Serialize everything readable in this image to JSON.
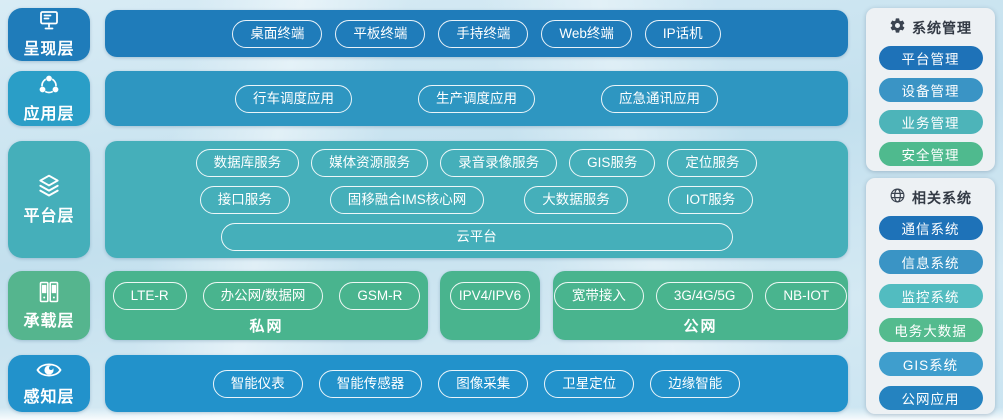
{
  "diagram": {
    "layers": [
      {
        "name": "presentation",
        "label": "呈现层",
        "tab_color": "#1f7cba",
        "panel_color": "#1f7cba",
        "items": [
          "桌面终端",
          "平板终端",
          "手持终端",
          "Web终端",
          "IP话机"
        ]
      },
      {
        "name": "application",
        "label": "应用层",
        "tab_color": "#2a9ec7",
        "panel_color": "#2e96c1",
        "items": [
          "行车调度应用",
          "生产调度应用",
          "应急通讯应用"
        ]
      },
      {
        "name": "platform",
        "label": "平台层",
        "tab_color": "#45afba",
        "panel_color": "#45afba",
        "rows": [
          [
            "数据库服务",
            "媒体资源服务",
            "录音录像服务",
            "GIS服务",
            "定位服务"
          ],
          [
            "接口服务",
            "固移融合IMS核心网",
            "大数据服务",
            "IOT服务"
          ],
          [
            "云平台"
          ]
        ]
      },
      {
        "name": "bearer",
        "label": "承载层",
        "tab_color": "#55b58e",
        "panel_color": "#49b48e",
        "groups": [
          {
            "label": "私网",
            "items": [
              "LTE-R",
              "办公网/数据网",
              "GSM-R"
            ]
          },
          {
            "label": "",
            "items": [
              "IPV4/IPV6"
            ]
          },
          {
            "label": "公网",
            "items": [
              "宽带接入",
              "3G/4G/5G",
              "NB-IOT"
            ]
          }
        ]
      },
      {
        "name": "perception",
        "label": "感知层",
        "tab_color": "#2292cb",
        "panel_color": "#2292cb",
        "items": [
          "智能仪表",
          "智能传感器",
          "图像采集",
          "卫星定位",
          "边缘智能"
        ]
      }
    ],
    "side_panels": [
      {
        "name": "system-management",
        "title": "系统管理",
        "icon": "gear-icon",
        "items": [
          {
            "label": "平台管理",
            "color": "#1e72b8"
          },
          {
            "label": "设备管理",
            "color": "#3a94c5"
          },
          {
            "label": "业务管理",
            "color": "#4db4b9"
          },
          {
            "label": "安全管理",
            "color": "#4fba8e"
          }
        ]
      },
      {
        "name": "related-systems",
        "title": "相关系统",
        "icon": "globe-icon",
        "items": [
          {
            "label": "通信系统",
            "color": "#1e72b8"
          },
          {
            "label": "信息系统",
            "color": "#3a94c5"
          },
          {
            "label": "监控系统",
            "color": "#52bcc0"
          },
          {
            "label": "电务大数据",
            "color": "#54bb8e"
          },
          {
            "label": "GIS系统",
            "color": "#3f9ecd"
          },
          {
            "label": "公网应用",
            "color": "#2583c0"
          }
        ]
      }
    ]
  }
}
